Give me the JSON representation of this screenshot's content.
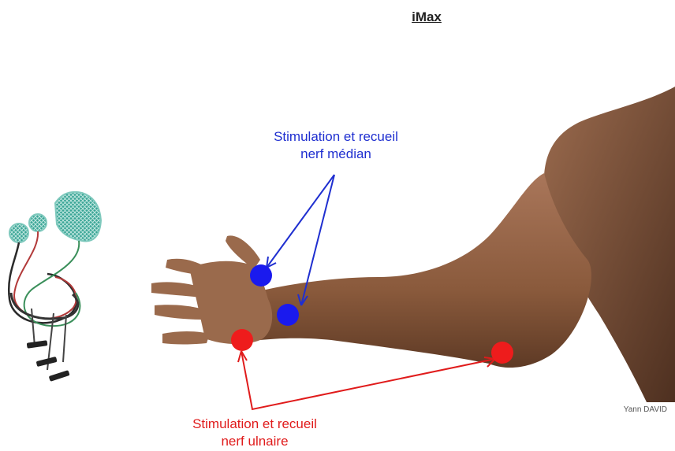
{
  "title": "iMax",
  "labels": {
    "median_line1": "Stimulation et recueil",
    "median_line2": "nerf médian",
    "ulnar_line1": "Stimulation et recueil",
    "ulnar_line2": "nerf ulnaire"
  },
  "credit": "Yann DAVID",
  "colors": {
    "median": "#1f2fd0",
    "ulnar": "#e01b1b",
    "skin": "#8a5a3c",
    "electrode": "#2f9a8c"
  }
}
